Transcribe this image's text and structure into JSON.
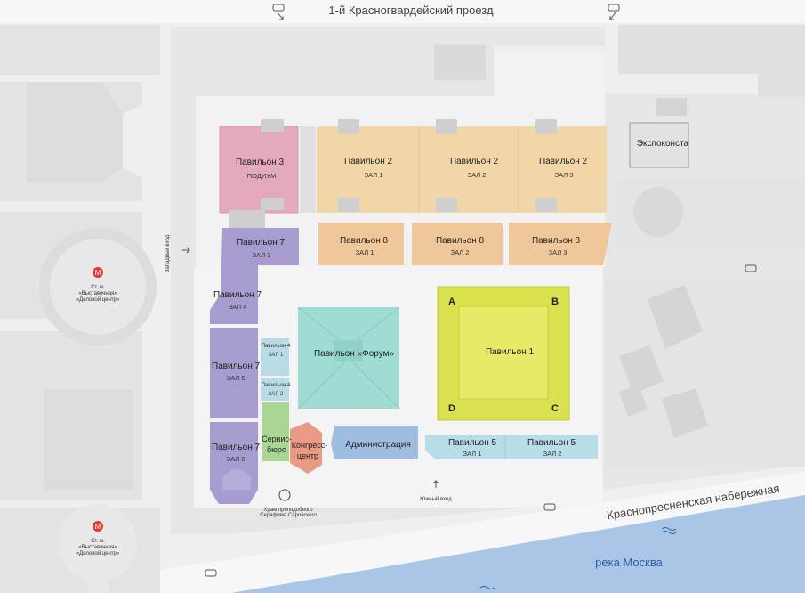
{
  "streets": {
    "north": "1-й Красногвардейский проезд",
    "embankment": "Краснопресненская набережная",
    "river": "река Москва"
  },
  "entrances": {
    "west": "Западный вход",
    "south": "Южный вход"
  },
  "metro": [
    {
      "line1": "Ст. м.",
      "line2": "«Выставочная»",
      "line3": "«Деловой центр»"
    },
    {
      "line1": "Ст. м.",
      "line2": "«Выставочная»",
      "line3": "«Деловой центр»"
    }
  ],
  "church": {
    "line1": "Храм преподобного",
    "line2": "Серафима Саровского"
  },
  "pavilions": {
    "p3": {
      "name": "Павильон 3",
      "sub": "ПОДИУМ"
    },
    "p2_1": {
      "name": "Павильон 2",
      "sub": "ЗАЛ 1"
    },
    "p2_2": {
      "name": "Павильон 2",
      "sub": "ЗАЛ 2"
    },
    "p2_3": {
      "name": "Павильон 2",
      "sub": "ЗАЛ 3"
    },
    "expo": {
      "name": "Экспоконста"
    },
    "p8_1": {
      "name": "Павильон 8",
      "sub": "ЗАЛ 1"
    },
    "p8_2": {
      "name": "Павильон 8",
      "sub": "ЗАЛ 2"
    },
    "p8_3": {
      "name": "Павильон 8",
      "sub": "ЗАЛ 3"
    },
    "p7_3": {
      "name": "Павильон 7",
      "sub": "ЗАЛ 3"
    },
    "p7_4": {
      "name": "Павильон 7",
      "sub": "ЗАЛ 4"
    },
    "p7_5": {
      "name": "Павильон 7",
      "sub": "ЗАЛ 5"
    },
    "p7_6": {
      "name": "Павильон 7",
      "sub": "ЗАЛ 6"
    },
    "p4_1": {
      "name": "Павильон 4",
      "sub": "ЗАЛ 1"
    },
    "p4_2": {
      "name": "Павильон 4",
      "sub": "ЗАЛ 2"
    },
    "forum": {
      "name": "Павильон «Форум»"
    },
    "p1": {
      "name": "Павильон 1"
    },
    "service": {
      "line1": "Сервис-",
      "line2": "бюро"
    },
    "congress": {
      "line1": "Конгресс-",
      "line2": "центр"
    },
    "admin": {
      "name": "Администрация"
    },
    "p5_1": {
      "name": "Павильон 5",
      "sub": "ЗАЛ 1"
    },
    "p5_2": {
      "name": "Павильон 5",
      "sub": "ЗАЛ 2"
    }
  },
  "p1_corners": [
    "A",
    "B",
    "D",
    "C"
  ],
  "colors": {
    "pavilion2": "#f2d6a8",
    "pavilion3": "#e5a9bd",
    "pavilion8": "#f0c79a",
    "pavilion7": "#a89bcf",
    "pavilion4": "#b9dbe6",
    "forum": "#9fdcd3",
    "pavilion1": "#d9e24e",
    "service": "#a9d693",
    "congress": "#e89a84",
    "admin": "#9fbde0",
    "pavilion5": "#b9dde6",
    "river": "#a9c6e6"
  }
}
